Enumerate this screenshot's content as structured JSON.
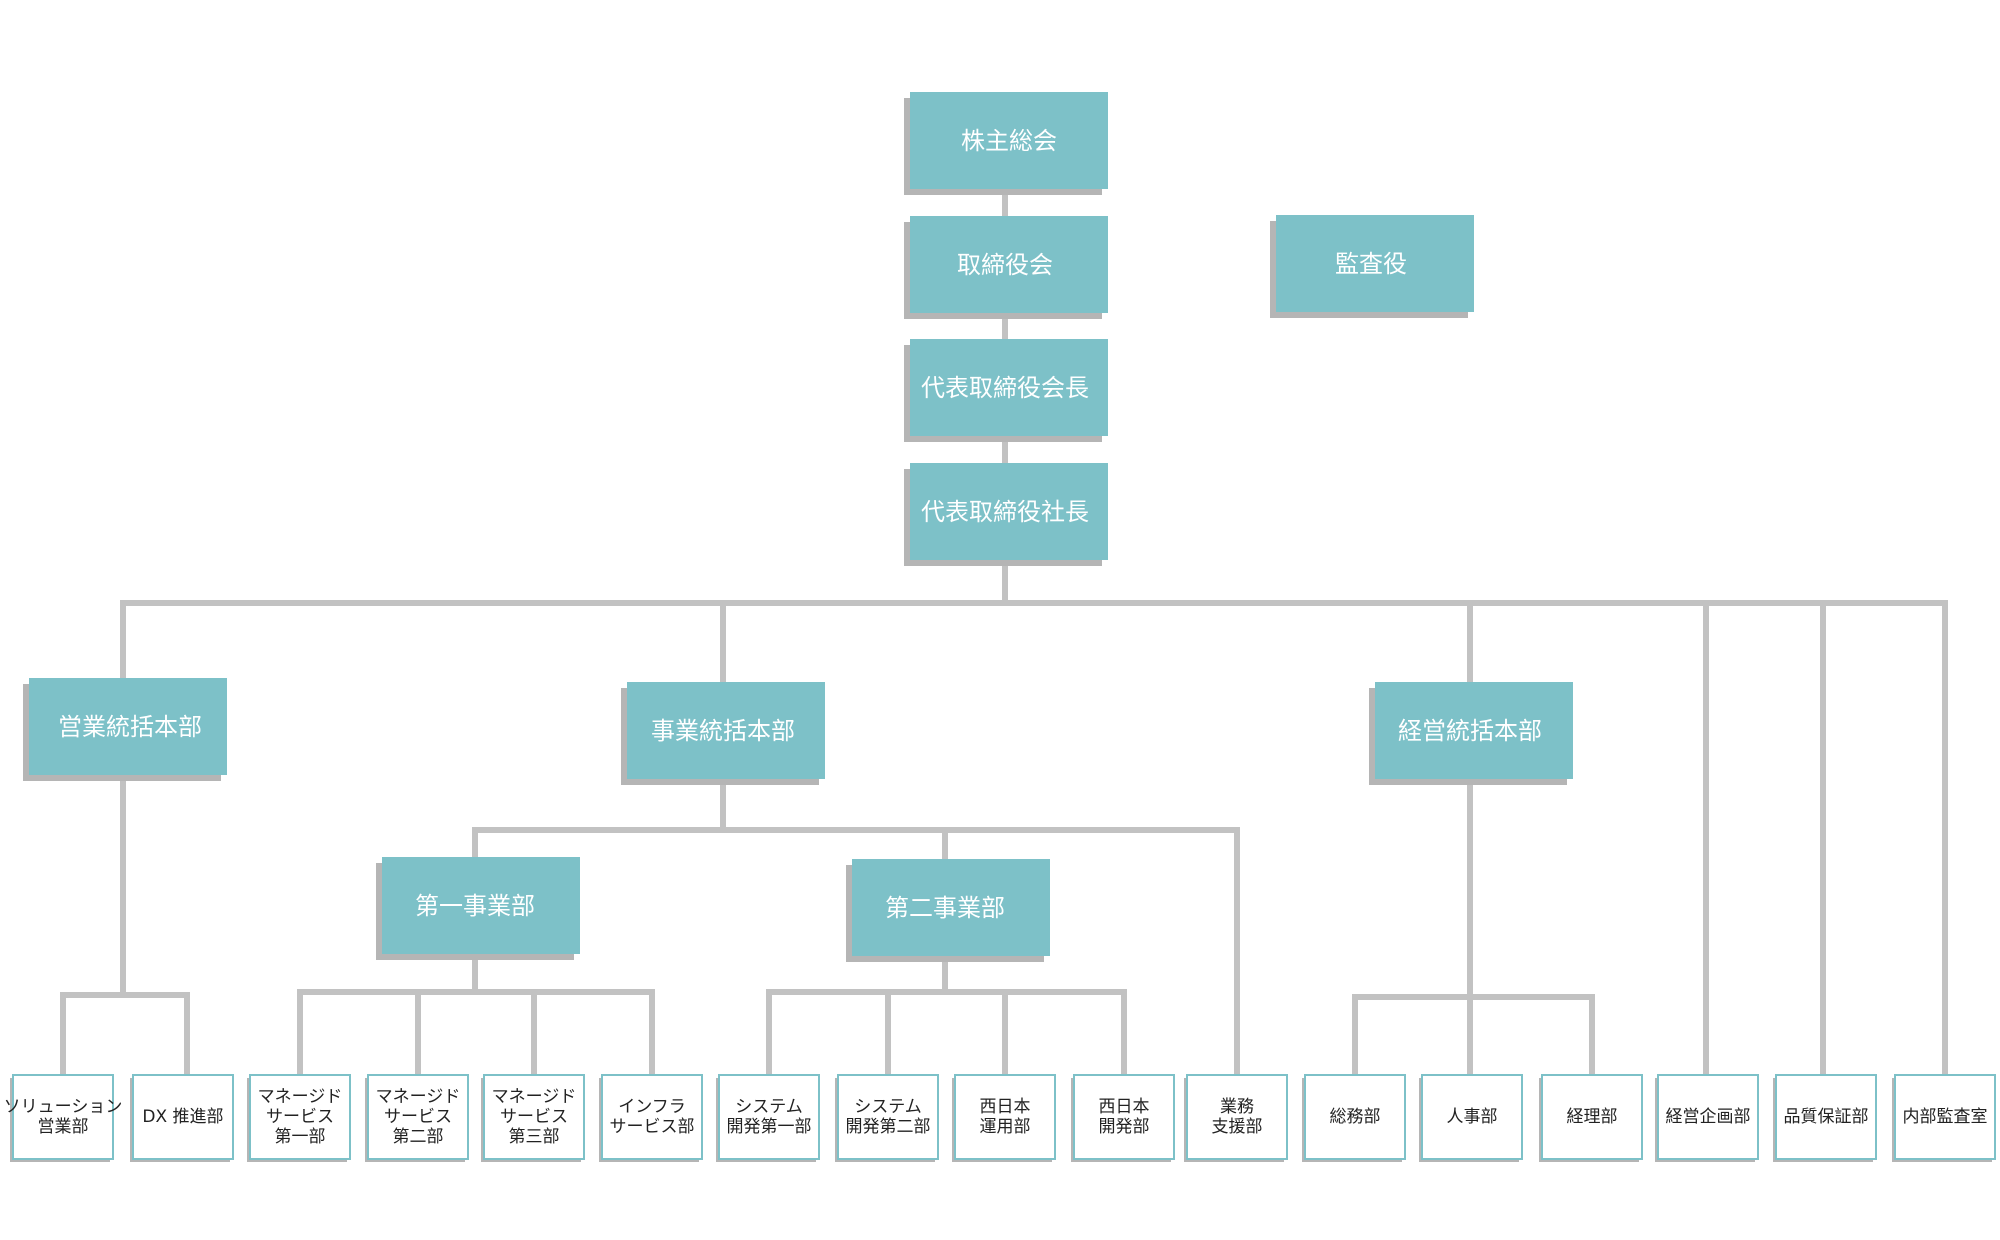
{
  "colors": {
    "box_fill": "#7dc1c8",
    "box_shadow": "#b5b5b5",
    "line": "#c2c2c2",
    "leaf_border": "#7dc1c8",
    "leaf_text": "#222222",
    "main_text": "#ffffff"
  },
  "org": {
    "shareholders": "株主総会",
    "board": "取締役会",
    "auditor": "監査役",
    "chairman": "代表取締役会長",
    "president": "代表取締役社長",
    "sales_hq": "営業統括本部",
    "business_hq": "事業統括本部",
    "management_hq": "経営統括本部",
    "div1": "第一事業部",
    "div2": "第二事業部",
    "leaves": {
      "solution_sales": [
        "ソリューション",
        "営業部"
      ],
      "dx": [
        "DX 推進部"
      ],
      "managed1": [
        "マネージド",
        "サービス",
        "第一部"
      ],
      "managed2": [
        "マネージド",
        "サービス",
        "第二部"
      ],
      "managed3": [
        "マネージド",
        "サービス",
        "第三部"
      ],
      "infra": [
        "インフラ",
        "サービス部"
      ],
      "sysdev1": [
        "システム",
        "開発第一部"
      ],
      "sysdev2": [
        "システム",
        "開発第二部"
      ],
      "west_ops": [
        "西日本",
        "運用部"
      ],
      "west_dev": [
        "西日本",
        "開発部"
      ],
      "biz_support": [
        "業務",
        "支援部"
      ],
      "general_affairs": [
        "総務部"
      ],
      "hr": [
        "人事部"
      ],
      "accounting": [
        "経理部"
      ],
      "corp_planning": [
        "経営企画部"
      ],
      "qa": [
        "品質保証部"
      ],
      "internal_audit": [
        "内部監査室"
      ]
    }
  }
}
